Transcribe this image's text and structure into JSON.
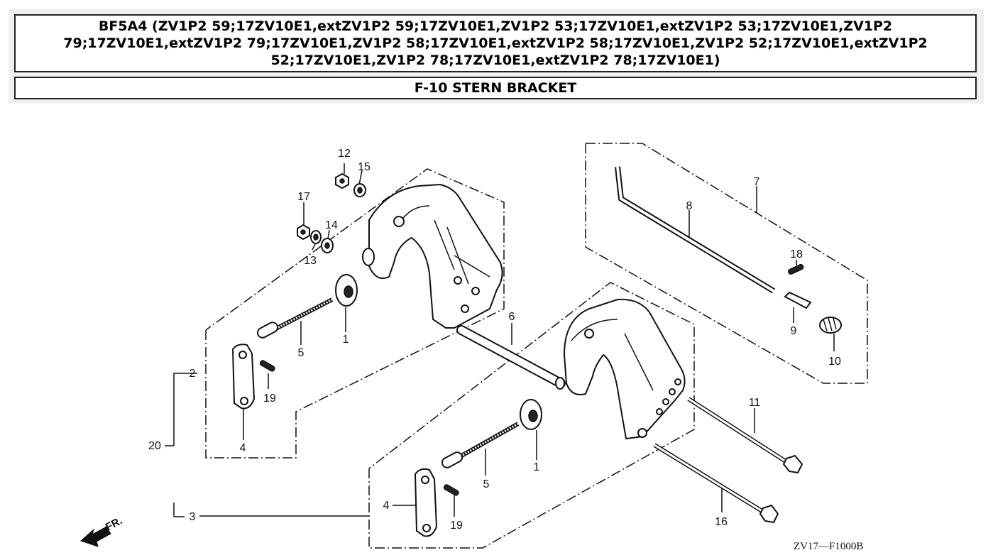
{
  "header": {
    "title": "BF5A4 (ZV1P2 59;17ZV10E1,extZV1P2 59;17ZV10E1,ZV1P2 53;17ZV10E1,extZV1P2 53;17ZV10E1,ZV1P2 79;17ZV10E1,extZV1P2 79;17ZV10E1,ZV1P2 58;17ZV10E1,extZV1P2 58;17ZV10E1,ZV1P2 52;17ZV10E1,extZV1P2 52;17ZV10E1,ZV1P2 78;17ZV10E1,extZV1P2 78;17ZV10E1)",
    "section": "F-10 STERN BRACKET"
  },
  "diagram": {
    "callouts": {
      "c1a": "1",
      "c1b": "1",
      "c2": "2",
      "c3": "3",
      "c4a": "4",
      "c4b": "4",
      "c5a": "5",
      "c5b": "5",
      "c6": "6",
      "c7": "7",
      "c8": "8",
      "c9": "9",
      "c10": "10",
      "c11": "11",
      "c12": "12",
      "c13": "13",
      "c14": "14",
      "c15": "15",
      "c16": "16",
      "c17": "17",
      "c18": "18",
      "c19a": "19",
      "c19b": "19",
      "c20": "20"
    },
    "front_label": "FR.",
    "drawing_code": "ZV17—F1000B"
  }
}
